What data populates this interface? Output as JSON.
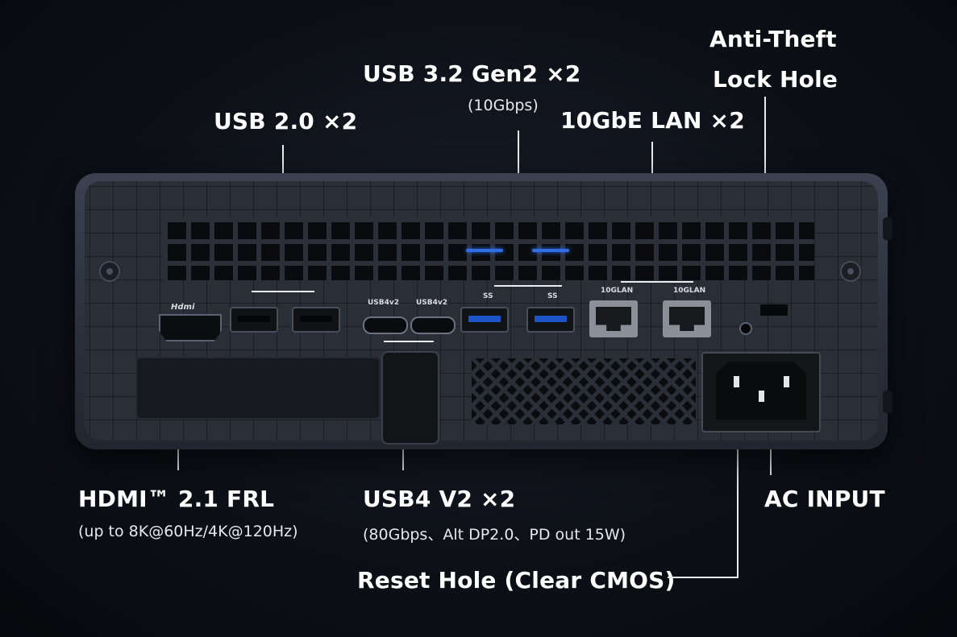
{
  "callouts": {
    "usb2": "USB 2.0 ×2",
    "usb32": "USB 3.2 Gen2 ×2",
    "usb32_speed": "(10Gbps)",
    "lan": "10GbE LAN ×2",
    "lock_line1": "Anti-Theft",
    "lock_line2": "Lock Hole",
    "hdmi": "HDMI™ 2.1 FRL",
    "hdmi_detail": "(up to 8K@60Hz/4K@120Hz)",
    "usb4": "USB4 V2 ×2",
    "usb4_detail": "(80Gbps、Alt DP2.0、PD out 15W)",
    "ac": "AC INPUT",
    "reset": "Reset Hole (Clear CMOS)"
  },
  "device_markings": {
    "hdmi_logo": "Hdmi",
    "usb4_left": "USB4v2",
    "usb4_right": "USB4v2",
    "ss_left": "SS",
    "ss_right": "SS",
    "lan_left": "10GLAN",
    "lan_right": "10GLAN"
  }
}
